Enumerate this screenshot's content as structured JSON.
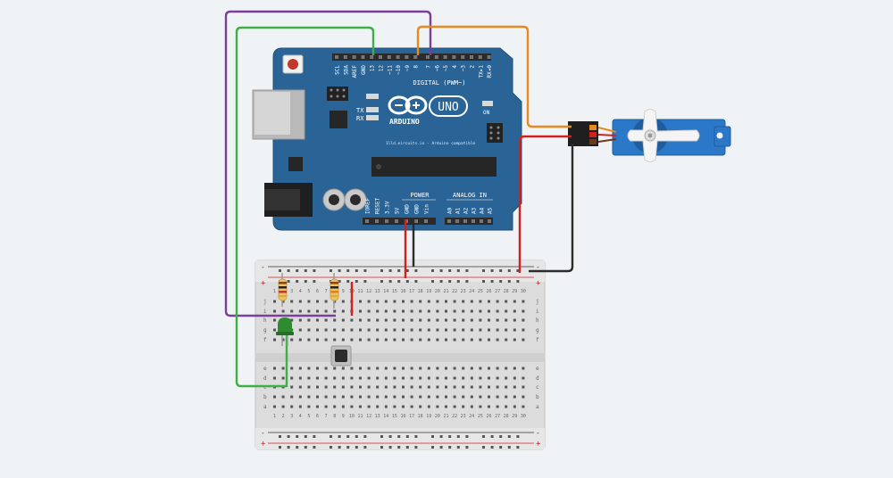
{
  "arduino": {
    "brand": "ARDUINO",
    "model": "UNO",
    "digital_label": "DIGITAL (PWM~)",
    "digital_pins": [
      "SCL",
      "SDA",
      "AREF",
      "GND",
      "13",
      "12",
      "~11",
      "~10",
      "~9",
      "8",
      "7",
      "~6",
      "~5",
      "4",
      "~3",
      "2",
      "TX▸1",
      "RX◂0"
    ],
    "tx_label": "TX",
    "rx_label": "RX",
    "on_label": "ON",
    "url_text": "1lld.eircuits.io - Arduino compatible",
    "power_label": "POWER",
    "analog_label": "ANALOG IN",
    "power_pins": [
      "IOREF",
      "RESET",
      "3.3V",
      "5V",
      "GND",
      "GND",
      "Vin"
    ],
    "analog_pins": [
      "A0",
      "A1",
      "A2",
      "A3",
      "A4",
      "A5"
    ],
    "colors": {
      "board": "#2a6496",
      "header": "#2b2b2b",
      "chip": "#262626"
    }
  },
  "breadboard": {
    "col_numbers": [
      "1",
      "2",
      "3",
      "4",
      "5",
      "6",
      "7",
      "8",
      "9",
      "10",
      "11",
      "12",
      "13",
      "14",
      "15",
      "16",
      "17",
      "18",
      "19",
      "20",
      "21",
      "22",
      "23",
      "24",
      "25",
      "26",
      "27",
      "28",
      "29",
      "30"
    ],
    "rows_top": [
      "j",
      "i",
      "h",
      "g",
      "f"
    ],
    "rows_bottom": [
      "e",
      "d",
      "c",
      "b",
      "a"
    ],
    "rail_plus": "+",
    "rail_minus": "-"
  },
  "wires": {
    "purple": "#7b3f99",
    "green": "#3cb043",
    "orange": "#e8891e",
    "red": "#d21f1f",
    "black": "#2b2b2b"
  },
  "components": {
    "icons": [
      "resistor-icon",
      "led-icon",
      "pushbutton-icon",
      "servo-motor-icon",
      "power-jack-icon",
      "usb-port-icon",
      "capacitor-icon",
      "reset-button-icon",
      "microcontroller-chip-icon"
    ]
  }
}
